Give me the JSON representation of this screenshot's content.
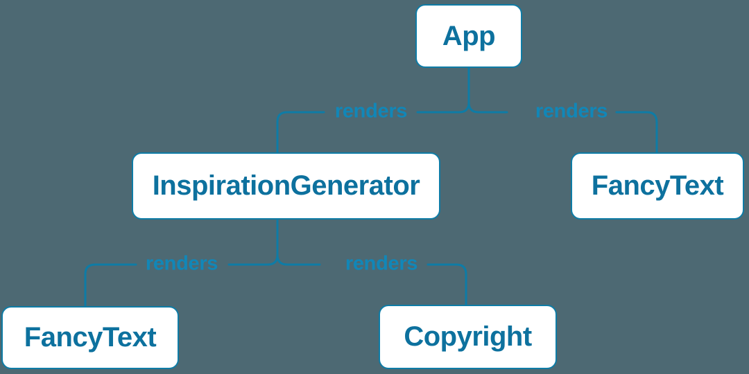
{
  "diagram": {
    "type": "component-render-tree",
    "colors": {
      "background": "#4d6973",
      "connector_line": "#0e7ca6",
      "node_border": "#0e7ca6",
      "node_fill": "#ffffff",
      "node_text": "#0d719e",
      "edge_label_text": "#1187b8"
    },
    "nodes": [
      {
        "id": "app",
        "label": "App"
      },
      {
        "id": "inspiration-generator",
        "label": "InspirationGenerator"
      },
      {
        "id": "fancy-text-top",
        "label": "FancyText"
      },
      {
        "id": "fancy-text-bottom",
        "label": "FancyText"
      },
      {
        "id": "copyright",
        "label": "Copyright"
      }
    ],
    "edges": [
      {
        "from": "App",
        "to": "InspirationGenerator",
        "label": "renders"
      },
      {
        "from": "App",
        "to": "FancyText",
        "label": "renders"
      },
      {
        "from": "InspirationGenerator",
        "to": "FancyText",
        "label": "renders"
      },
      {
        "from": "InspirationGenerator",
        "to": "Copyright",
        "label": "renders"
      }
    ]
  }
}
